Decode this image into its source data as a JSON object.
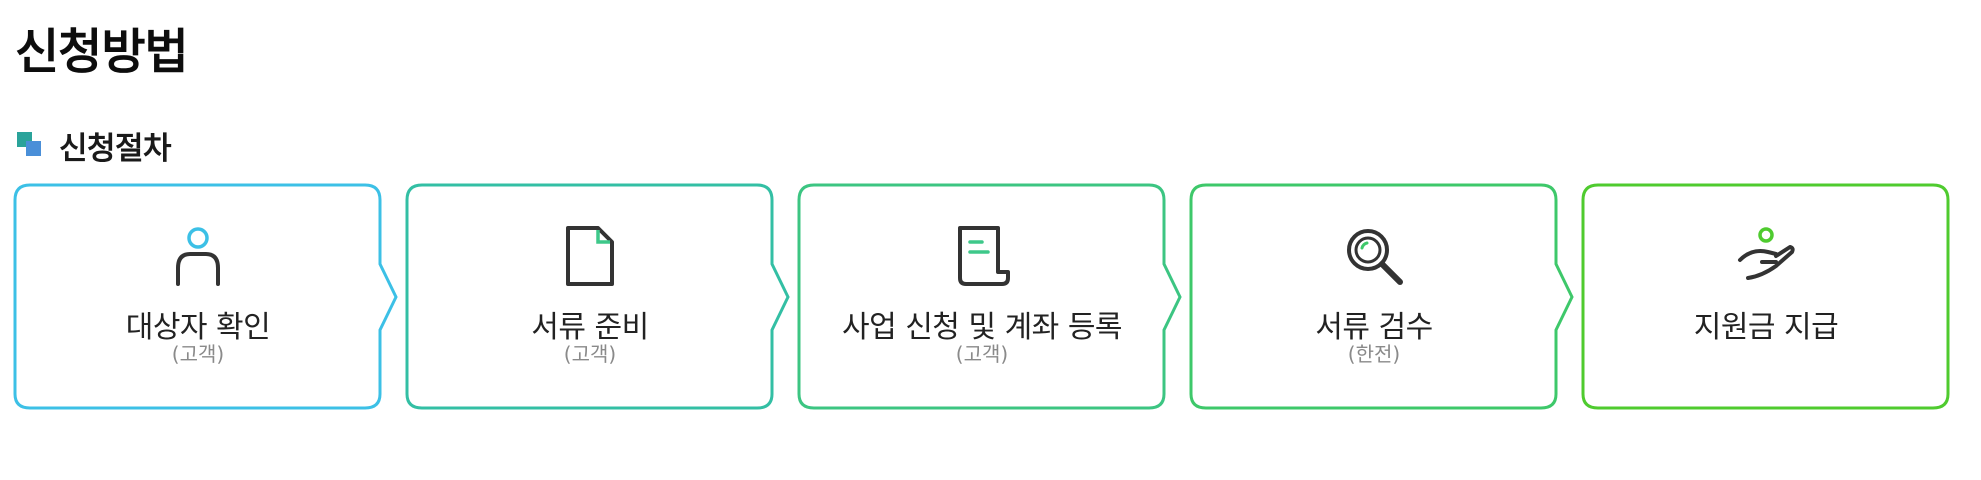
{
  "page": {
    "title": "신청방법"
  },
  "section": {
    "title": "신청절차"
  },
  "steps": [
    {
      "label": "대상자 확인",
      "sub": "(고객)",
      "icon": "person-icon",
      "color": "#3cc0e6"
    },
    {
      "label": "서류 준비",
      "sub": "(고객)",
      "icon": "document-icon",
      "color": "#33bfa4"
    },
    {
      "label": "사업 신청 및 계좌 등록",
      "sub": "(고객)",
      "icon": "scroll-icon",
      "color": "#3cc582"
    },
    {
      "label": "서류 검수",
      "sub": "(한전)",
      "icon": "magnifier-icon",
      "color": "#3ec86a"
    },
    {
      "label": "지원금 지급",
      "sub": "",
      "icon": "hand-coin-icon",
      "color": "#4fcb2f"
    }
  ],
  "colors": {
    "icon_dark": "#333333",
    "icon_accent": "#3cc0e6"
  }
}
